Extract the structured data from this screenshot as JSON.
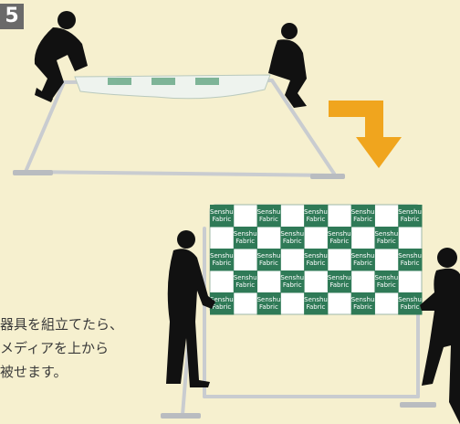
{
  "step": {
    "number": "5"
  },
  "caption": {
    "lines": [
      "器具を組立てたら、",
      "メディアを上から",
      "被せます。"
    ]
  },
  "banner": {
    "cell_text": "Senshu Fabric",
    "colors": {
      "green": "#2f7a57",
      "white": "#ffffff",
      "arrow": "#f0a51e",
      "frame": "#c9ccd0"
    }
  },
  "icons": {
    "step_icon": "step-number-badge",
    "arrow_icon": "down-arrow-icon"
  }
}
